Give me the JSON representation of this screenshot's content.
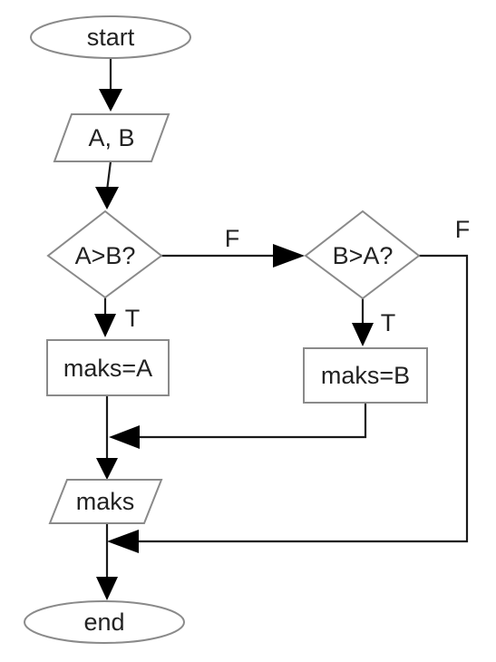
{
  "diagram": {
    "nodes": {
      "start": "start",
      "input": "A, B",
      "decision_a": "A>B?",
      "decision_b": "B>A?",
      "assign_a": "maks=A",
      "assign_b": "maks=B",
      "output": "maks",
      "end": "end"
    },
    "edges": {
      "a_false": "F",
      "a_true": "T",
      "b_true": "T",
      "b_false": "F"
    },
    "colors": {
      "shape_stroke": "#8a8a8a",
      "connector": "#1a1a1a",
      "arrowhead": "#000000",
      "text": "#222222"
    }
  }
}
